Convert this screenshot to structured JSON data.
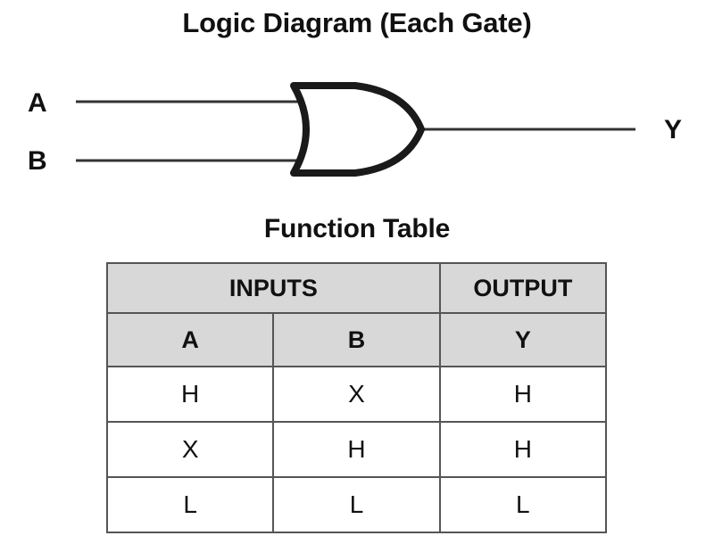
{
  "diagram": {
    "title": "Logic Diagram (Each Gate)",
    "gate_type": "or-gate",
    "inputs": [
      {
        "label": "A"
      },
      {
        "label": "B"
      }
    ],
    "output": {
      "label": "Y"
    }
  },
  "function_table": {
    "title": "Function Table",
    "group_headers": [
      {
        "label": "INPUTS",
        "span": 2
      },
      {
        "label": "OUTPUT",
        "span": 1
      }
    ],
    "column_headers": [
      "A",
      "B",
      "Y"
    ],
    "rows": [
      [
        "H",
        "X",
        "H"
      ],
      [
        "X",
        "H",
        "H"
      ],
      [
        "L",
        "L",
        "L"
      ]
    ],
    "header_background": "#d8d8d8",
    "border_color": "#555555",
    "text_color": "#111111"
  }
}
